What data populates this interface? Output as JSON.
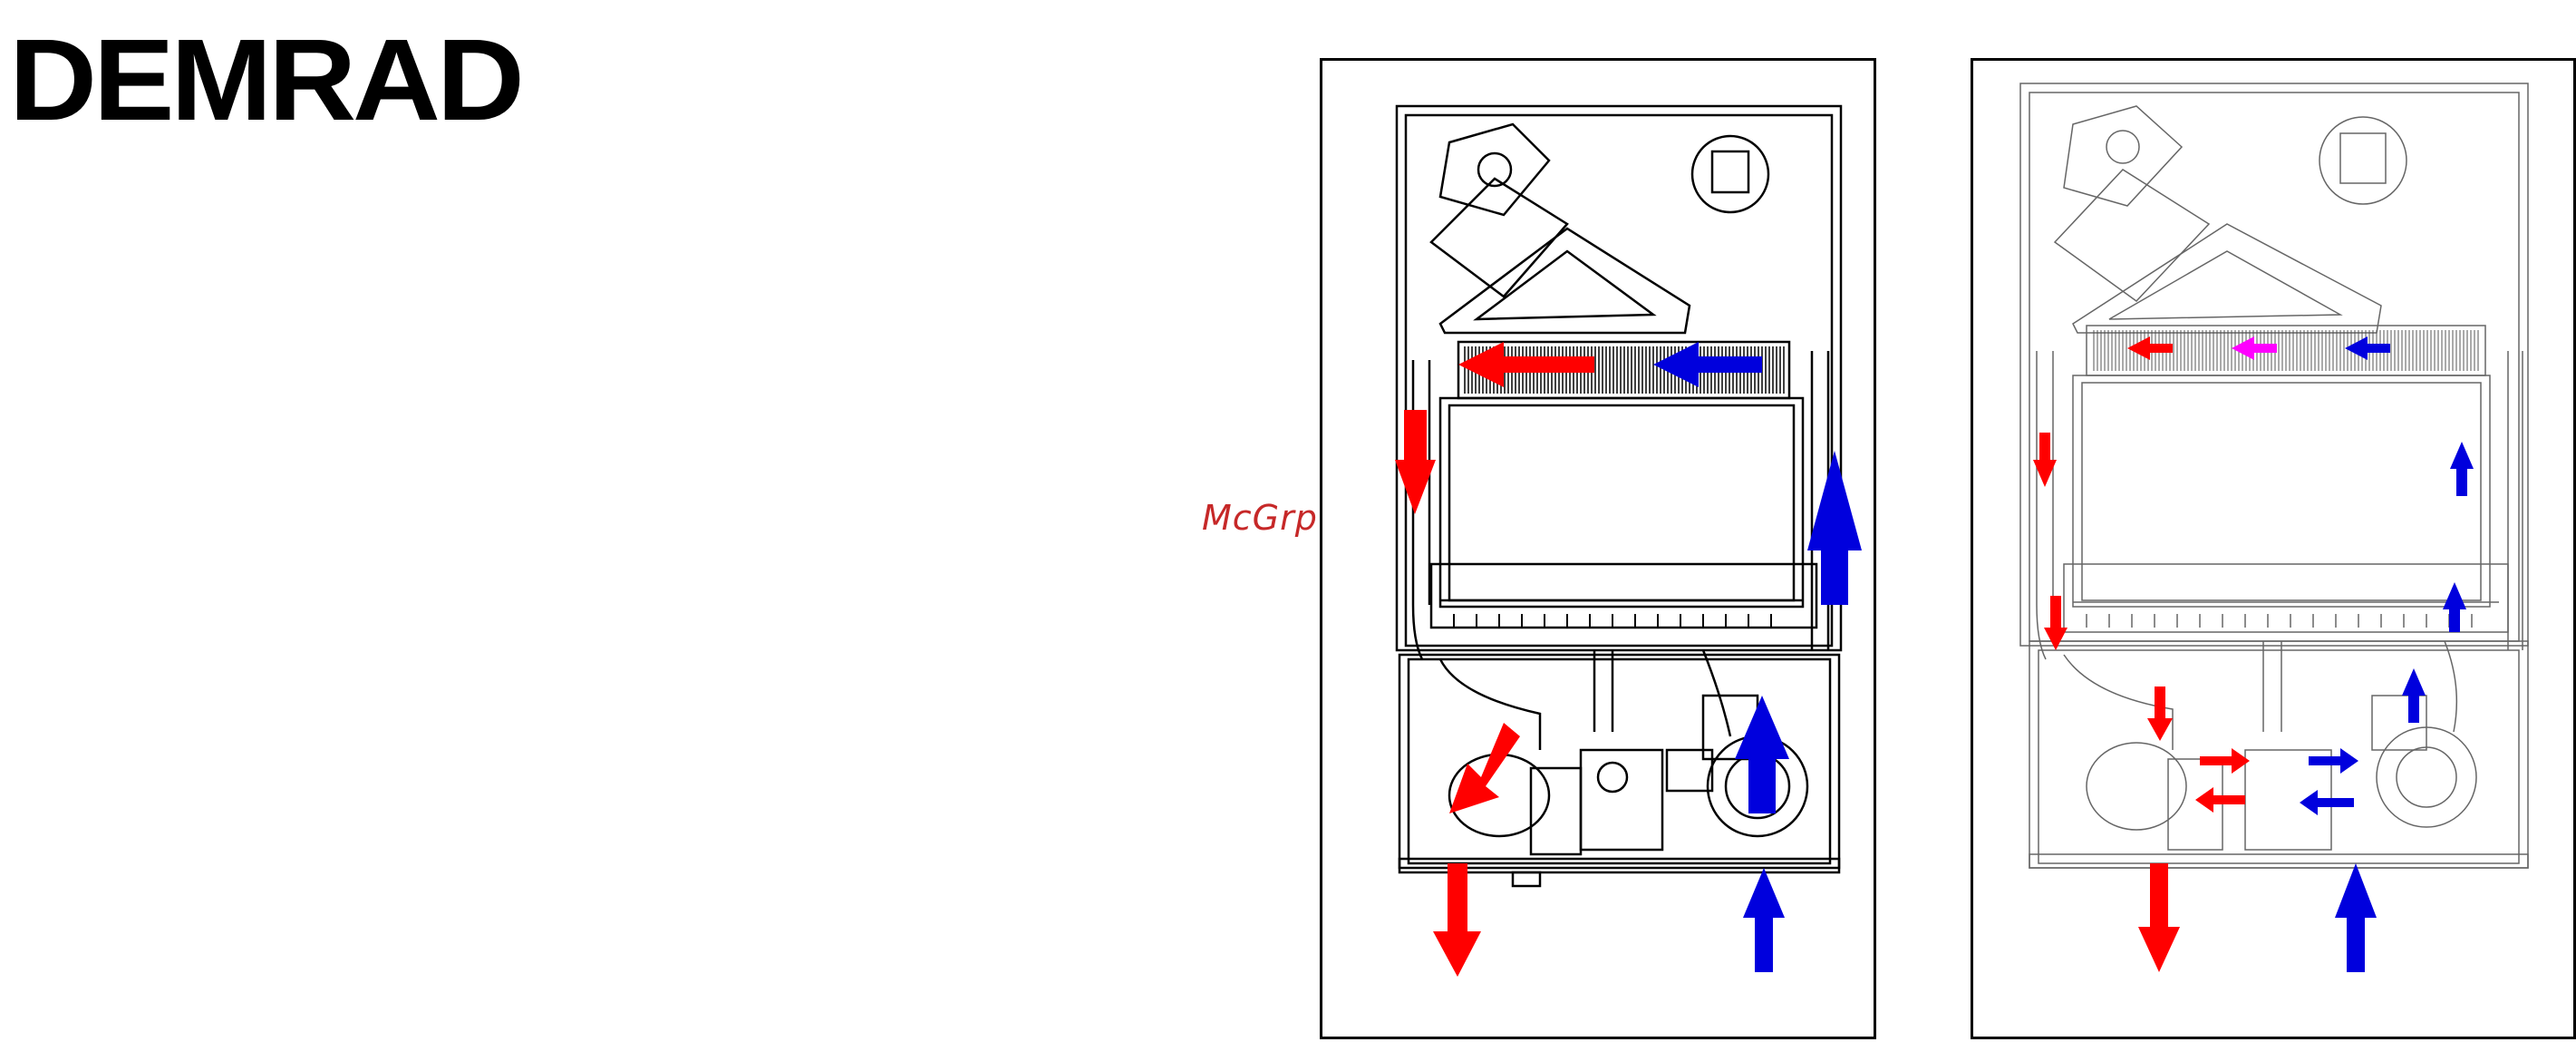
{
  "brand": {
    "name": "DEMRAD"
  },
  "watermark": {
    "text": "McGrp.Ru"
  },
  "colors": {
    "hot": "#ff0000",
    "cold": "#0000dd",
    "mixed": "#ff00ff",
    "line": "#000000"
  },
  "diagrams": [
    {
      "id": "boiler-flow-left",
      "description_icons": [
        "heat-exchanger-icon",
        "pump-icon",
        "gas-valve-icon",
        "fan-icon"
      ]
    },
    {
      "id": "boiler-flow-right",
      "description_icons": [
        "heat-exchanger-icon",
        "pump-icon",
        "gas-valve-icon",
        "fan-icon"
      ]
    }
  ]
}
